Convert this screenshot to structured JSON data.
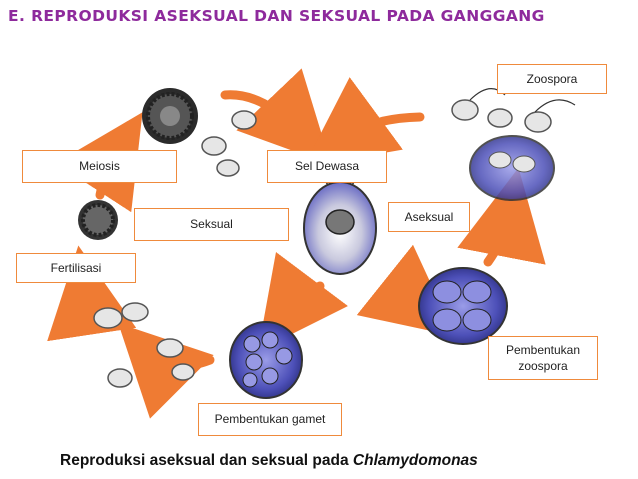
{
  "title": "E. Reproduksi Aseksual dan Seksual pada Ganggang",
  "caption": {
    "text": "Reproduksi aseksual dan seksual pada ",
    "species": "Chlamydomonas"
  },
  "labels": {
    "zoospora": "Zoospora",
    "meiosis": "Meiosis",
    "sel_dewasa": "Sel Dewasa",
    "aseksual": "Aseksual",
    "seksual": "Seksual",
    "fertilisasi": "Fertilisasi",
    "pembentukan_zoospora_1": "Pembentukan",
    "pembentukan_zoospora_2": "zoospora",
    "pembentukan_gamet": "Pembentukan gamet"
  },
  "colors": {
    "title": "#8e2a9c",
    "label_border": "#ef8a3c",
    "arrow": "#ef7b33",
    "cell_fill": "#5b5fc4"
  }
}
